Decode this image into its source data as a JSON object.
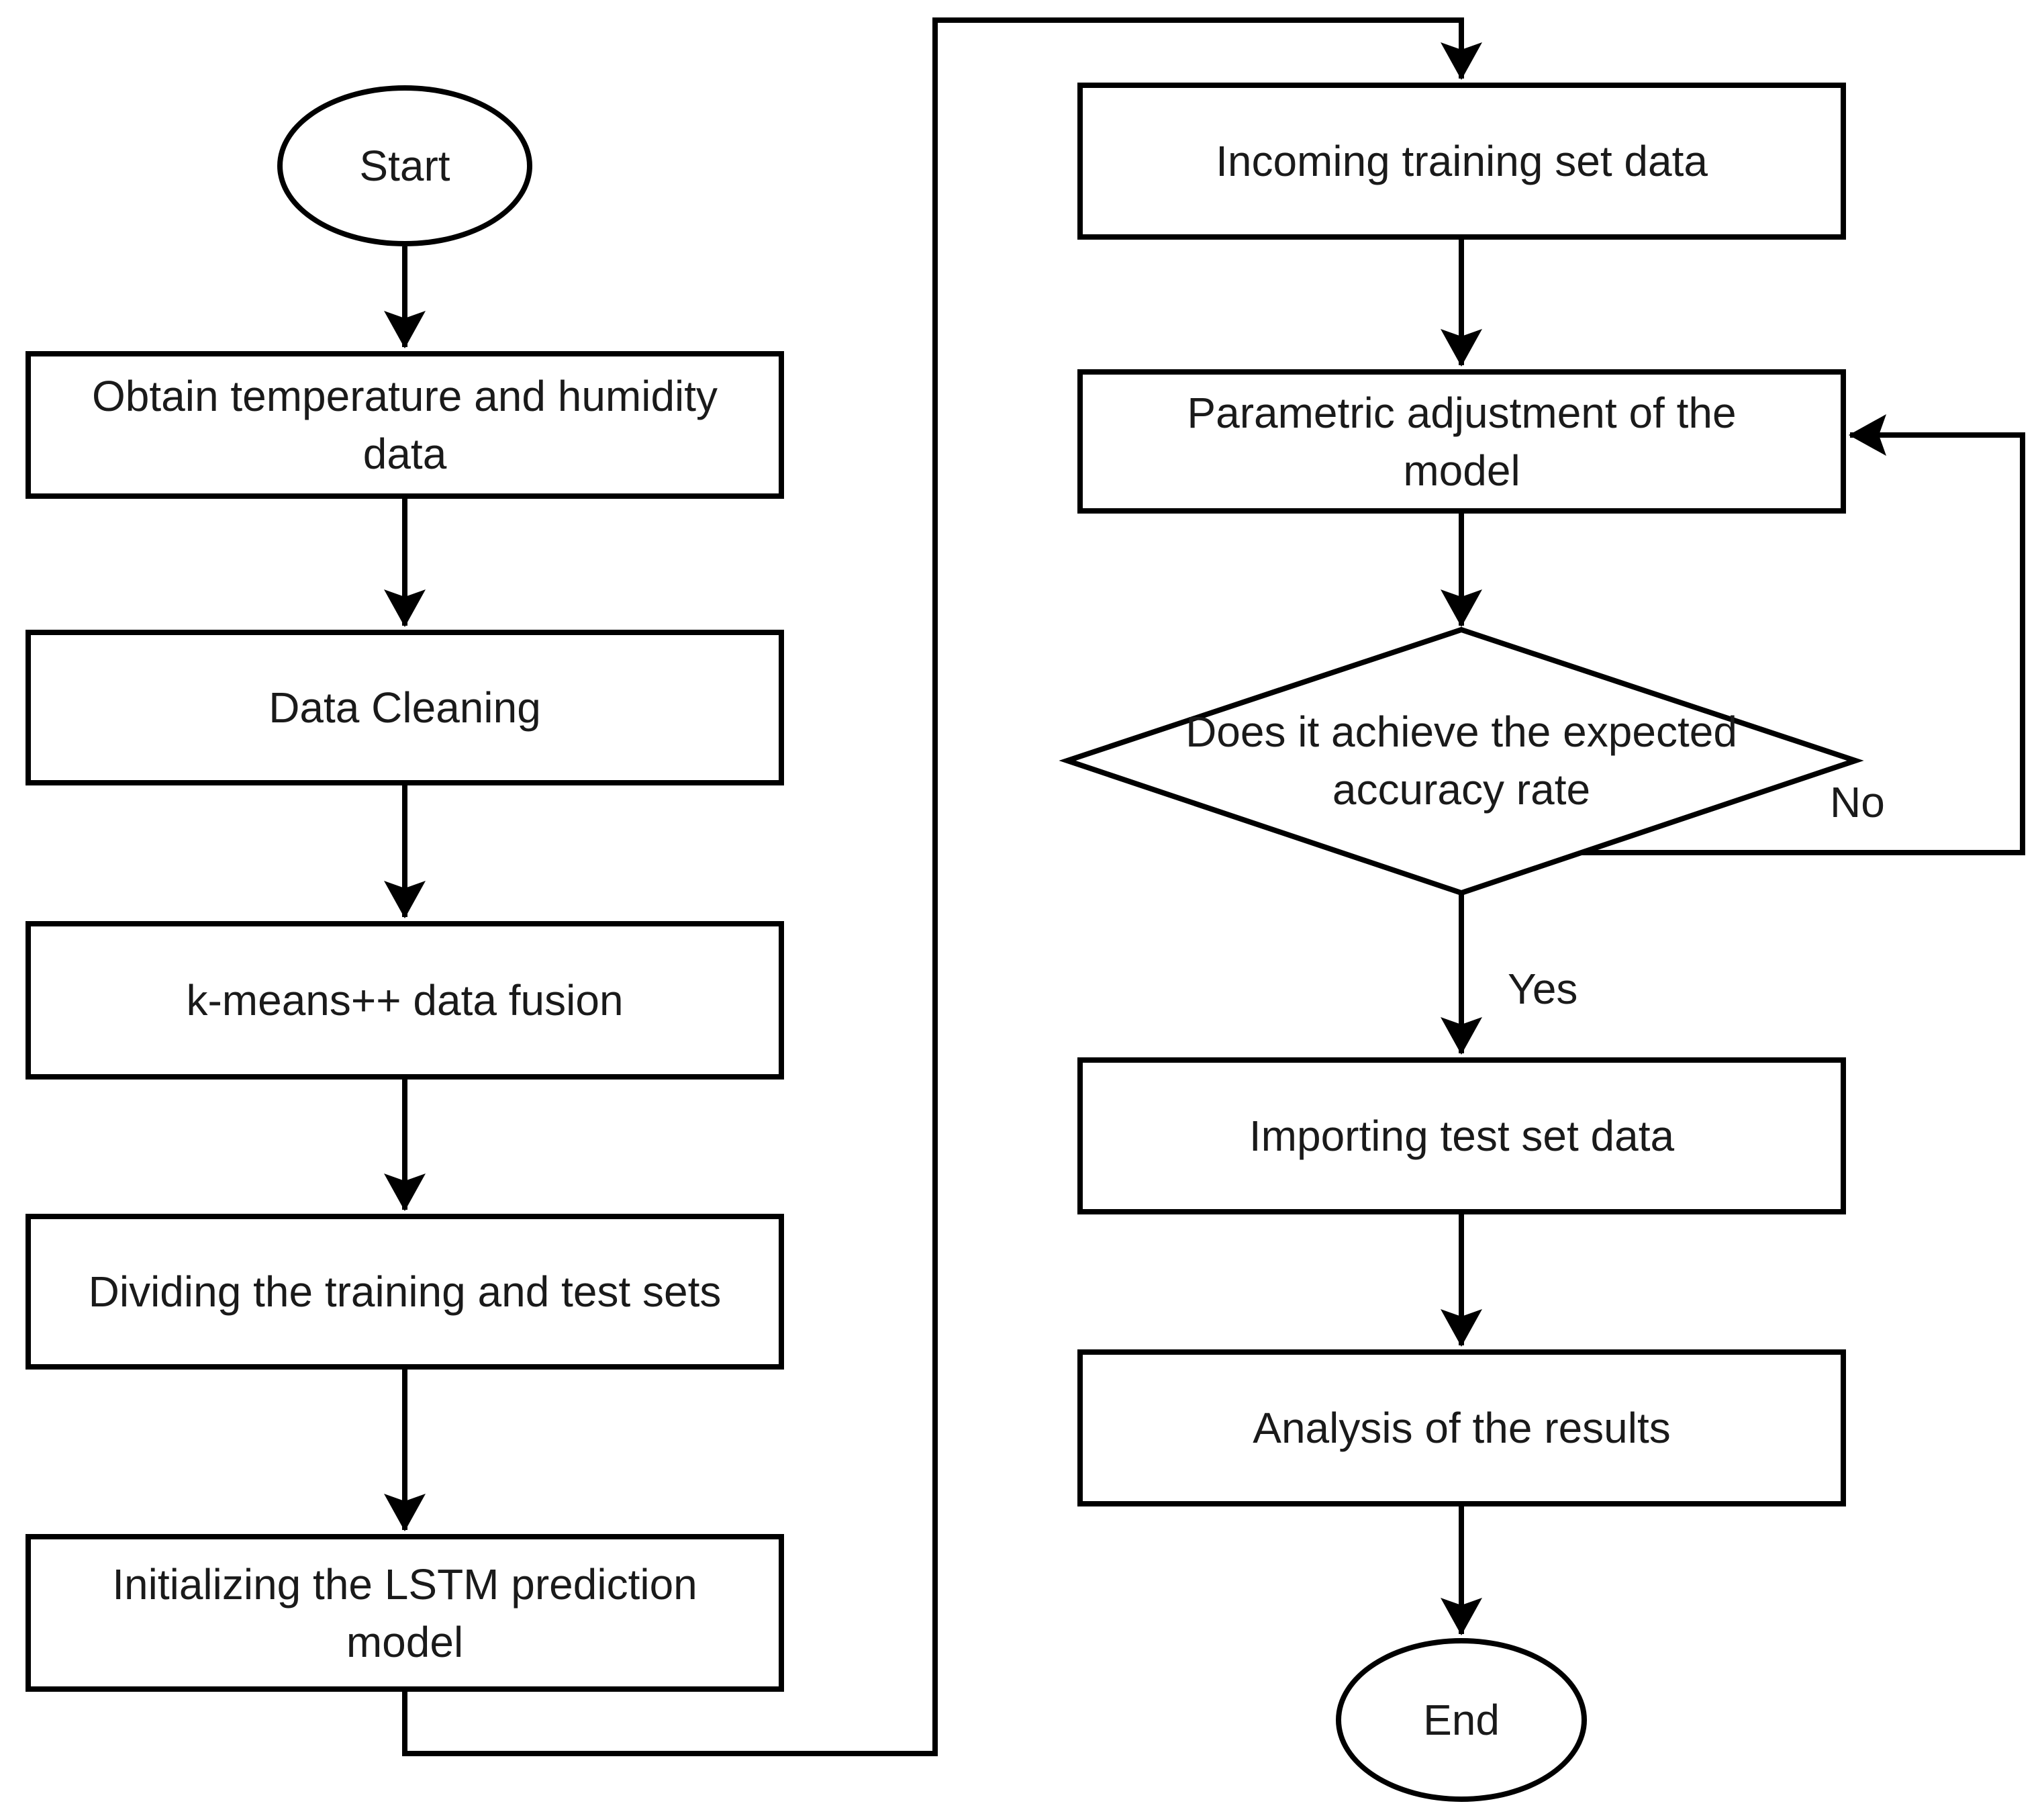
{
  "diagram": {
    "title": "LSTM temperature-humidity prediction flowchart",
    "background_color": "#ffffff",
    "stroke_color": "#000000",
    "text_color": "#1a1a1a",
    "nodes": {
      "start": {
        "type": "terminator",
        "label": "Start"
      },
      "obtain": {
        "type": "process",
        "label": "Obtain temperature and humidity data"
      },
      "clean": {
        "type": "process",
        "label": "Data Cleaning"
      },
      "kmeans": {
        "type": "process",
        "label": "k-means++ data fusion"
      },
      "divide": {
        "type": "process",
        "label": "Dividing the training and test sets"
      },
      "init": {
        "type": "process",
        "label": "Initializing the LSTM prediction model"
      },
      "incoming": {
        "type": "process",
        "label": "Incoming training set data"
      },
      "parametric": {
        "type": "process",
        "label": "Parametric adjustment of the model"
      },
      "decision": {
        "type": "decision",
        "label": "Does it achieve the expected accuracy rate"
      },
      "importing": {
        "type": "process",
        "label": "Importing test set data"
      },
      "analysis": {
        "type": "process",
        "label": "Analysis of the results"
      },
      "end": {
        "type": "terminator",
        "label": "End"
      }
    },
    "edge_labels": {
      "yes": "Yes",
      "no": "No"
    },
    "edges": [
      {
        "from": "start",
        "to": "obtain",
        "label": ""
      },
      {
        "from": "obtain",
        "to": "clean",
        "label": ""
      },
      {
        "from": "clean",
        "to": "kmeans",
        "label": ""
      },
      {
        "from": "kmeans",
        "to": "divide",
        "label": ""
      },
      {
        "from": "divide",
        "to": "init",
        "label": ""
      },
      {
        "from": "init",
        "to": "incoming",
        "label": ""
      },
      {
        "from": "incoming",
        "to": "parametric",
        "label": ""
      },
      {
        "from": "parametric",
        "to": "decision",
        "label": ""
      },
      {
        "from": "decision",
        "to": "importing",
        "label": "Yes"
      },
      {
        "from": "decision",
        "to": "parametric",
        "label": "No"
      },
      {
        "from": "importing",
        "to": "analysis",
        "label": ""
      },
      {
        "from": "analysis",
        "to": "end",
        "label": ""
      }
    ]
  }
}
